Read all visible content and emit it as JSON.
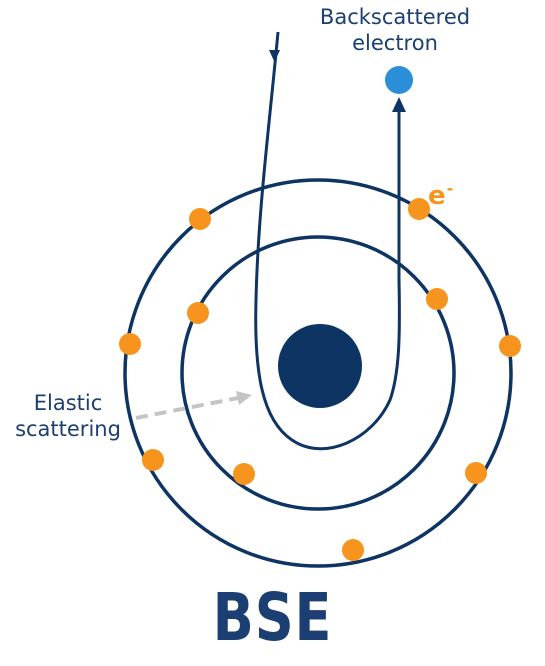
{
  "labels": {
    "backscattered_line1": "Backscattered",
    "backscattered_line2": "electron",
    "elastic_line1": "Elastic",
    "elastic_line2": "scattering",
    "electron_symbol_base": "e",
    "electron_symbol_sup": "-"
  },
  "title": "BSE",
  "colors": {
    "navy": "#0d3463",
    "orange": "#f7941d",
    "blue_electron": "#2a8fd6",
    "dashed_arrow": "#c4c4c4",
    "text": "#1b3f73"
  }
}
